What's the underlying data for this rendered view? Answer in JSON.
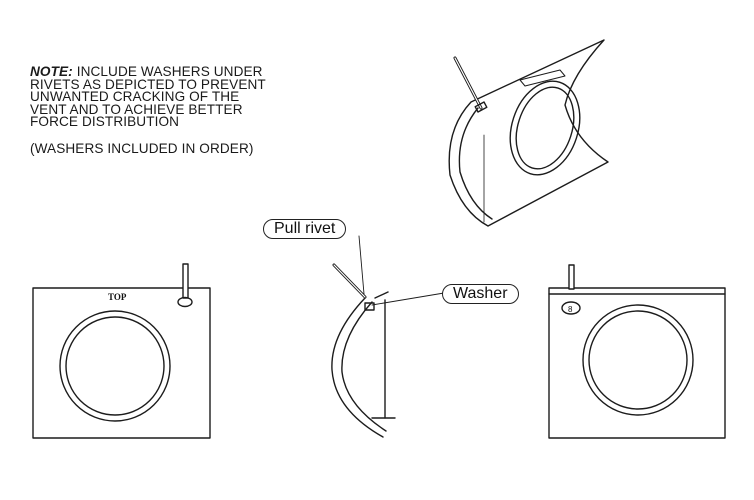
{
  "note": {
    "lead": "NOTE:",
    "lines": [
      "INCLUDE WASHERS UNDER",
      "RIVETS AS DEPICTED TO PREVENT",
      "UNWANTED CRACKING OF THE",
      "VENT AND TO ACHIEVE BETTER",
      "FORCE DISTRIBUTION"
    ],
    "sub": "(WASHERS INCLUDED IN ORDER)"
  },
  "callouts": {
    "pull_rivet": "Pull rivet",
    "washer": "Washer"
  },
  "front_view": {
    "top_mark": "TOP"
  },
  "rear_view": {
    "mark": "8"
  }
}
